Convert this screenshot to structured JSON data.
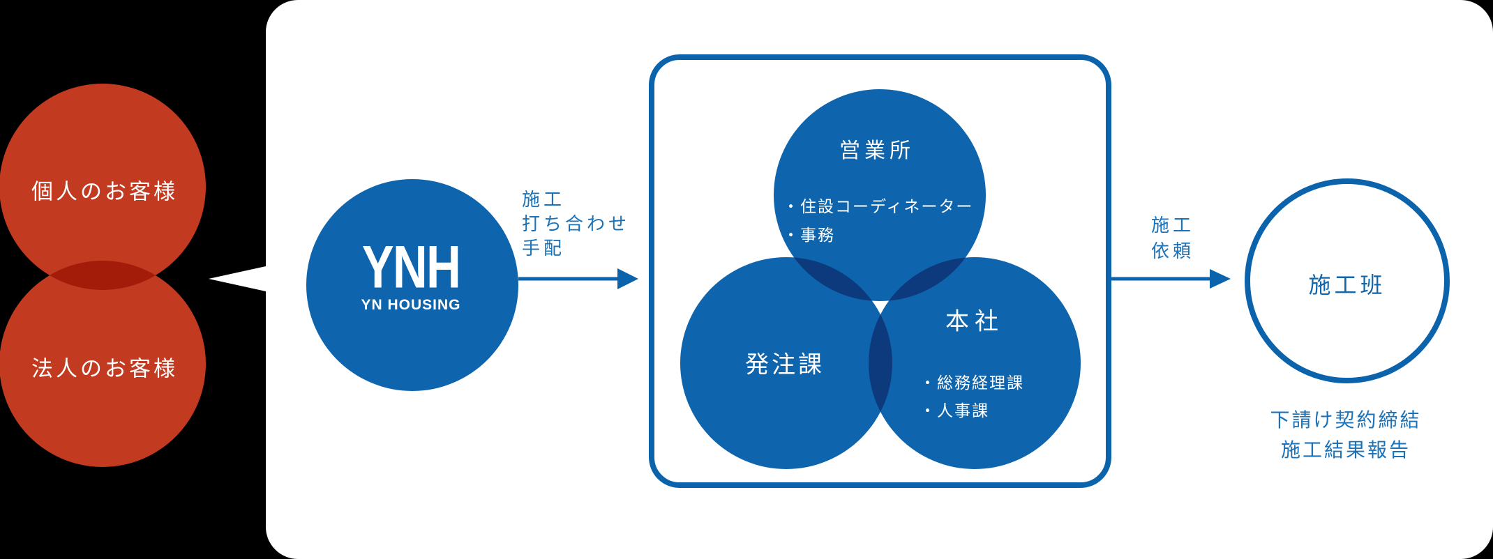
{
  "colors": {
    "background": "#000000",
    "panel": "#ffffff",
    "customer_circle": "#c23a20",
    "customer_overlap": "#a31c0a",
    "blue_circle": "#0e65ad",
    "blue_overlap": "#0c3a7c",
    "stroke_and_arrows": "#0b63ac",
    "blue_text": "#1b72b8"
  },
  "customers": {
    "individual": "個人のお客様",
    "corporate": "法人のお客様"
  },
  "logo": {
    "main": "YNH",
    "sub": "YN HOUSING"
  },
  "arrow_to_company": {
    "lines": [
      "施工",
      "打ち合わせ",
      "手配"
    ]
  },
  "organization": {
    "sales_office": {
      "title": "営業所",
      "members": [
        "・住設コーディネーター",
        "・事務"
      ]
    },
    "ordering": {
      "title": "発注課"
    },
    "head_office": {
      "title": "本社",
      "members": [
        "・総務経理課",
        "・人事課"
      ]
    }
  },
  "arrow_to_contractor": {
    "lines": [
      "施工",
      "依頼"
    ]
  },
  "contractor": {
    "title": "施工班",
    "notes": [
      "下請け契約締結",
      "施工結果報告"
    ]
  }
}
